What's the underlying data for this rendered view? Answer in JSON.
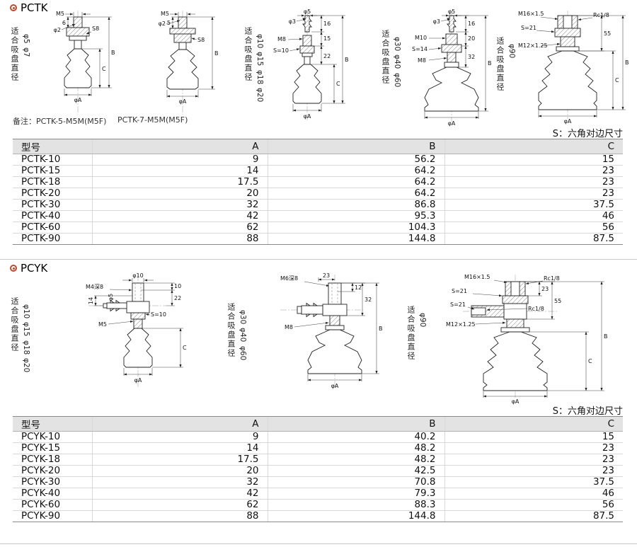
{
  "pctk": {
    "title": "PCTK",
    "remark1": "备注：PCTK-5-M5M(M5F)",
    "remark2": "PCTK-7-M5M(M5F)",
    "hex_note": "S：六角对边尺寸",
    "fit_label": "适合吸盘直径",
    "groups": [
      {
        "sizes": [
          "φ5",
          "φ7"
        ]
      },
      {
        "sizes": [
          "φ10",
          "φ15",
          "φ18",
          "φ20"
        ]
      },
      {
        "sizes": [
          "φ30",
          "φ40",
          "φ60"
        ]
      },
      {
        "sizes": [
          "φ90"
        ]
      }
    ],
    "d1": {
      "m5": "M5",
      "phi2": "φ2",
      "s8": "S8",
      "h6": "6",
      "b": "B",
      "c": "C",
      "phiA": "φA"
    },
    "d2": {
      "m5": "M5",
      "phi2": "φ2",
      "h5": "5",
      "s8": "S8",
      "b": "B",
      "phiA": "φA"
    },
    "d3": {
      "phi5": "φ5",
      "phi3": "φ3",
      "m8": "M8",
      "s10": "S=10",
      "d16": "16",
      "d15": "15",
      "d22": "22",
      "b": "B",
      "c": "C",
      "phiA": "φA"
    },
    "d4": {
      "phi5": "φ5",
      "phi3": "φ3",
      "m10": "M10",
      "s14": "S=14",
      "m8": "M8",
      "d16": "16",
      "d20": "20",
      "d32": "32",
      "b": "B",
      "phiA": "φA"
    },
    "d5": {
      "m16": "M16×1.5",
      "rc": "Rc1/8",
      "s21": "S=21",
      "m12": "M12×1.25",
      "d55": "55",
      "b": "B",
      "c": "C",
      "phiA": "φA"
    },
    "table": {
      "headers": [
        "型号",
        "A",
        "B",
        "C"
      ],
      "rows": [
        [
          "PCTK-10",
          "9",
          "56.2",
          "15"
        ],
        [
          "PCTK-15",
          "14",
          "64.2",
          "23"
        ],
        [
          "PCTK-18",
          "17.5",
          "64.2",
          "23"
        ],
        [
          "PCTK-20",
          "20",
          "64.2",
          "23"
        ],
        [
          "PCTK-30",
          "32",
          "86.8",
          "37.5"
        ],
        [
          "PCTK-40",
          "42",
          "95.3",
          "46"
        ],
        [
          "PCTK-60",
          "62",
          "104.3",
          "56"
        ],
        [
          "PCTK-90",
          "88",
          "144.8",
          "87.5"
        ]
      ]
    }
  },
  "pcyk": {
    "title": "PCYK",
    "hex_note": "S：六角对边尺寸",
    "fit_label": "适合吸盘直径",
    "groups": [
      {
        "sizes": [
          "φ10",
          "φ15",
          "φ18",
          "φ20"
        ]
      },
      {
        "sizes": [
          "φ30",
          "φ40",
          "φ60"
        ]
      },
      {
        "sizes": [
          "φ90"
        ]
      }
    ],
    "d1": {
      "phi10": "φ10",
      "m4": "M4深8",
      "d14": "14",
      "phi5": "φ5",
      "s10": "S=10",
      "m5": "M5",
      "d10": "10",
      "d22": "22",
      "c": "C",
      "phiA": "φA"
    },
    "d2": {
      "m6": "M6深8",
      "d23": "23",
      "d12": "12",
      "d32": "32",
      "m8": "M8",
      "b": "B",
      "phiA": "φA"
    },
    "d3": {
      "m16": "M16×1.5",
      "rc1": "Rc1/8",
      "s21a": "S=21",
      "d23": "23",
      "s21b": "S=21",
      "rc2": "Rc1/8",
      "m12": "M12×1.25",
      "d55": "55",
      "b": "B",
      "c": "C",
      "phiA": "φA"
    },
    "table": {
      "headers": [
        "型号",
        "A",
        "B",
        "C"
      ],
      "rows": [
        [
          "PCYK-10",
          "9",
          "40.2",
          "15"
        ],
        [
          "PCYK-15",
          "14",
          "48.2",
          "23"
        ],
        [
          "PCYK-18",
          "17.5",
          "48.2",
          "23"
        ],
        [
          "PCYK-20",
          "20",
          "42.5",
          "23"
        ],
        [
          "PCYK-30",
          "32",
          "70.8",
          "37.5"
        ],
        [
          "PCYK-40",
          "42",
          "79.3",
          "46"
        ],
        [
          "PCYK-60",
          "62",
          "88.3",
          "56"
        ],
        [
          "PCYK-90",
          "88",
          "144.8",
          "87.5"
        ]
      ]
    }
  }
}
